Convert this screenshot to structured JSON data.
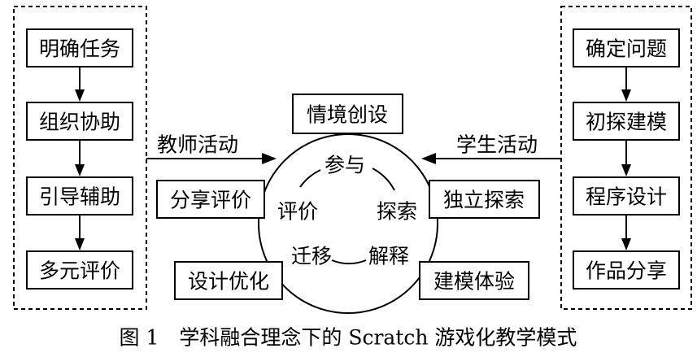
{
  "teacher_steps": [
    "明确任务",
    "组织协助",
    "引导辅助",
    "多元评价"
  ],
  "student_steps": [
    "确定问题",
    "初探建模",
    "程序设计",
    "作品分享"
  ],
  "teacher_activity_label": "教师活动",
  "student_activity_label": "学生活动",
  "center_boxes": {
    "top": "情境创设",
    "left_upper": "分享评价",
    "left_lower": "设计优化",
    "right_upper": "独立探索",
    "right_lower": "建模体验"
  },
  "cycle_words": {
    "top": "参与",
    "right": "探索",
    "bottom_right": "解释",
    "bottom_left": "迁移",
    "left": "评价"
  },
  "caption": "图 1　学科融合理念下的 Scratch 游戏化教学模式"
}
